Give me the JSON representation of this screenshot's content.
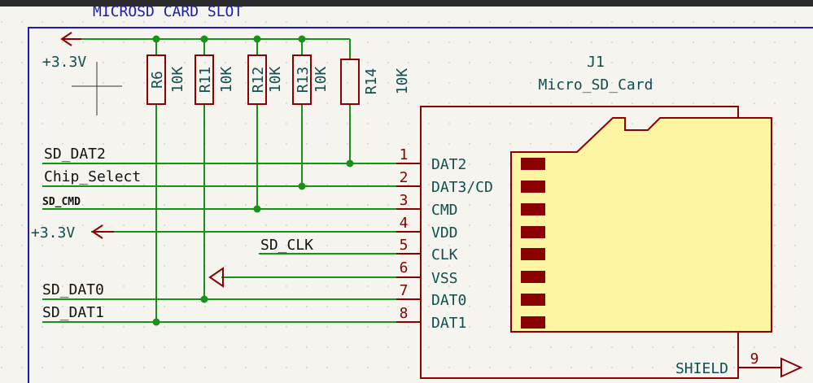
{
  "section": {
    "title": "MICROSD CARD SLOT"
  },
  "power": {
    "top_label": "+3.3V",
    "left_label": "+3.3V"
  },
  "resistors": [
    {
      "ref": "R6",
      "value": "10K"
    },
    {
      "ref": "R11",
      "value": "10K"
    },
    {
      "ref": "R12",
      "value": "10K"
    },
    {
      "ref": "R13",
      "value": "10K"
    },
    {
      "ref": "R14",
      "value": "10K"
    }
  ],
  "nets": {
    "sd_dat2": "SD_DAT2",
    "chip_select": "Chip_Select",
    "sd_cmd": "SD_CMD",
    "sd_clk": "SD_CLK",
    "sd_dat0": "SD_DAT0",
    "sd_dat1": "SD_DAT1"
  },
  "connector": {
    "ref": "J1",
    "value": "Micro_SD_Card",
    "pins": [
      {
        "num": "1",
        "name": "DAT2"
      },
      {
        "num": "2",
        "name": "DAT3/CD"
      },
      {
        "num": "3",
        "name": "CMD"
      },
      {
        "num": "4",
        "name": "VDD"
      },
      {
        "num": "5",
        "name": "CLK"
      },
      {
        "num": "6",
        "name": "VSS"
      },
      {
        "num": "7",
        "name": "DAT0"
      },
      {
        "num": "8",
        "name": "DAT1"
      }
    ],
    "shield": {
      "num": "9",
      "name": "SHIELD"
    }
  },
  "colors": {
    "wire": "#1a8f1a",
    "component": "#8b0000",
    "label_text": "#0f4f4f",
    "border": "#1a1ab4",
    "card_fill": "#fdf5a2",
    "junction": "#1a8f1a"
  }
}
